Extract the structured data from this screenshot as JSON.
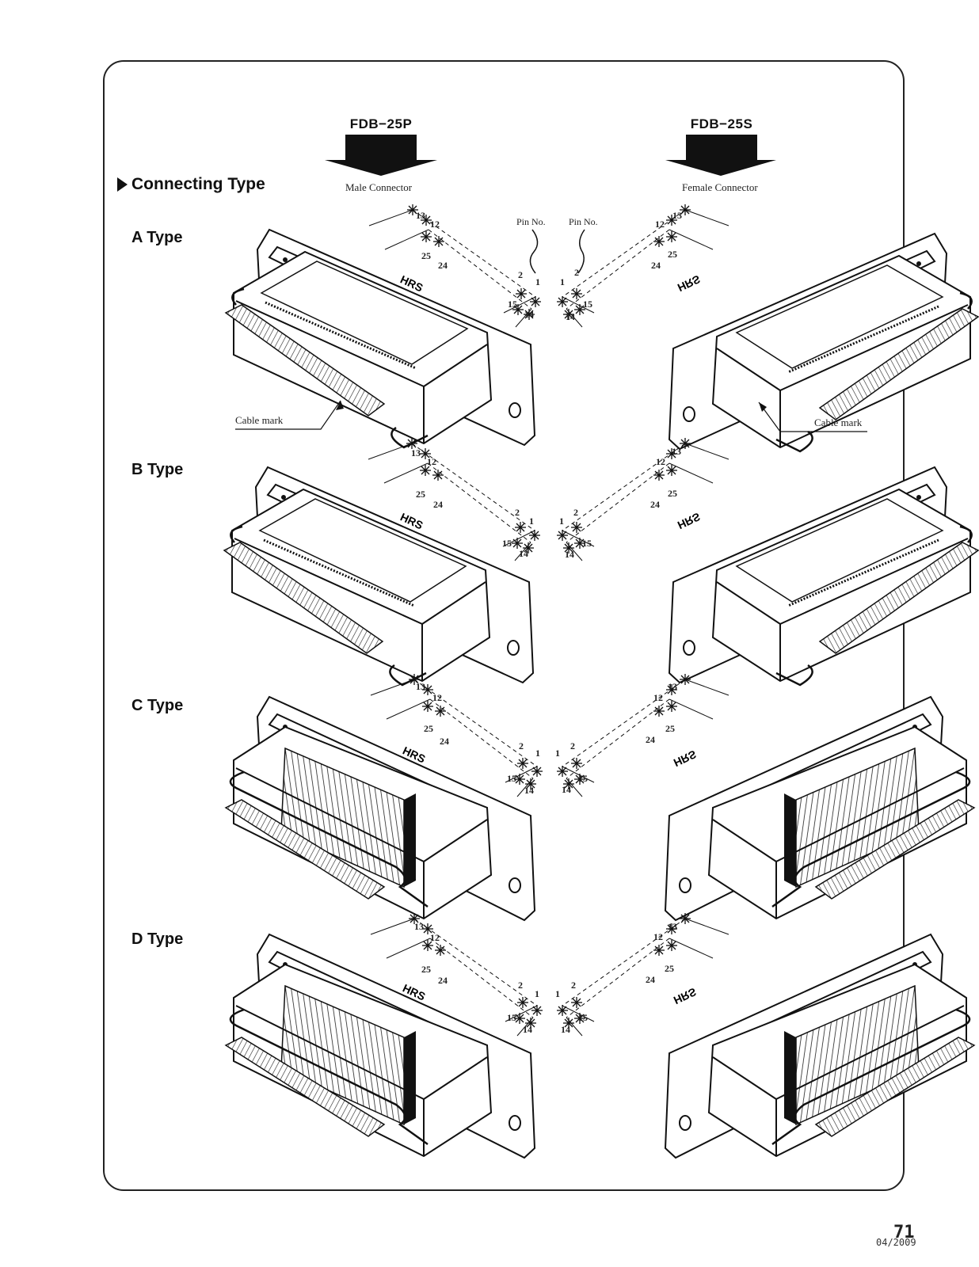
{
  "header": {
    "male_part": "FDB−25P",
    "female_part": "FDB−25S",
    "male_label": "Male Connector",
    "female_label": "Female Connector"
  },
  "section_title": "Connecting Type",
  "pin_label": "Pin No.",
  "cable_mark": "Cable mark",
  "types": [
    {
      "label": "A Type"
    },
    {
      "label": "B Type"
    },
    {
      "label": "C Type"
    },
    {
      "label": "D Type"
    }
  ],
  "pin_numbers": {
    "p1": "1",
    "p2": "2",
    "p12": "12",
    "p13": "13",
    "p14": "14",
    "p15": "15",
    "p24": "24",
    "p25": "25"
  },
  "brand_mark": "HRS",
  "footer": {
    "page": "71",
    "date": "04/2009"
  }
}
